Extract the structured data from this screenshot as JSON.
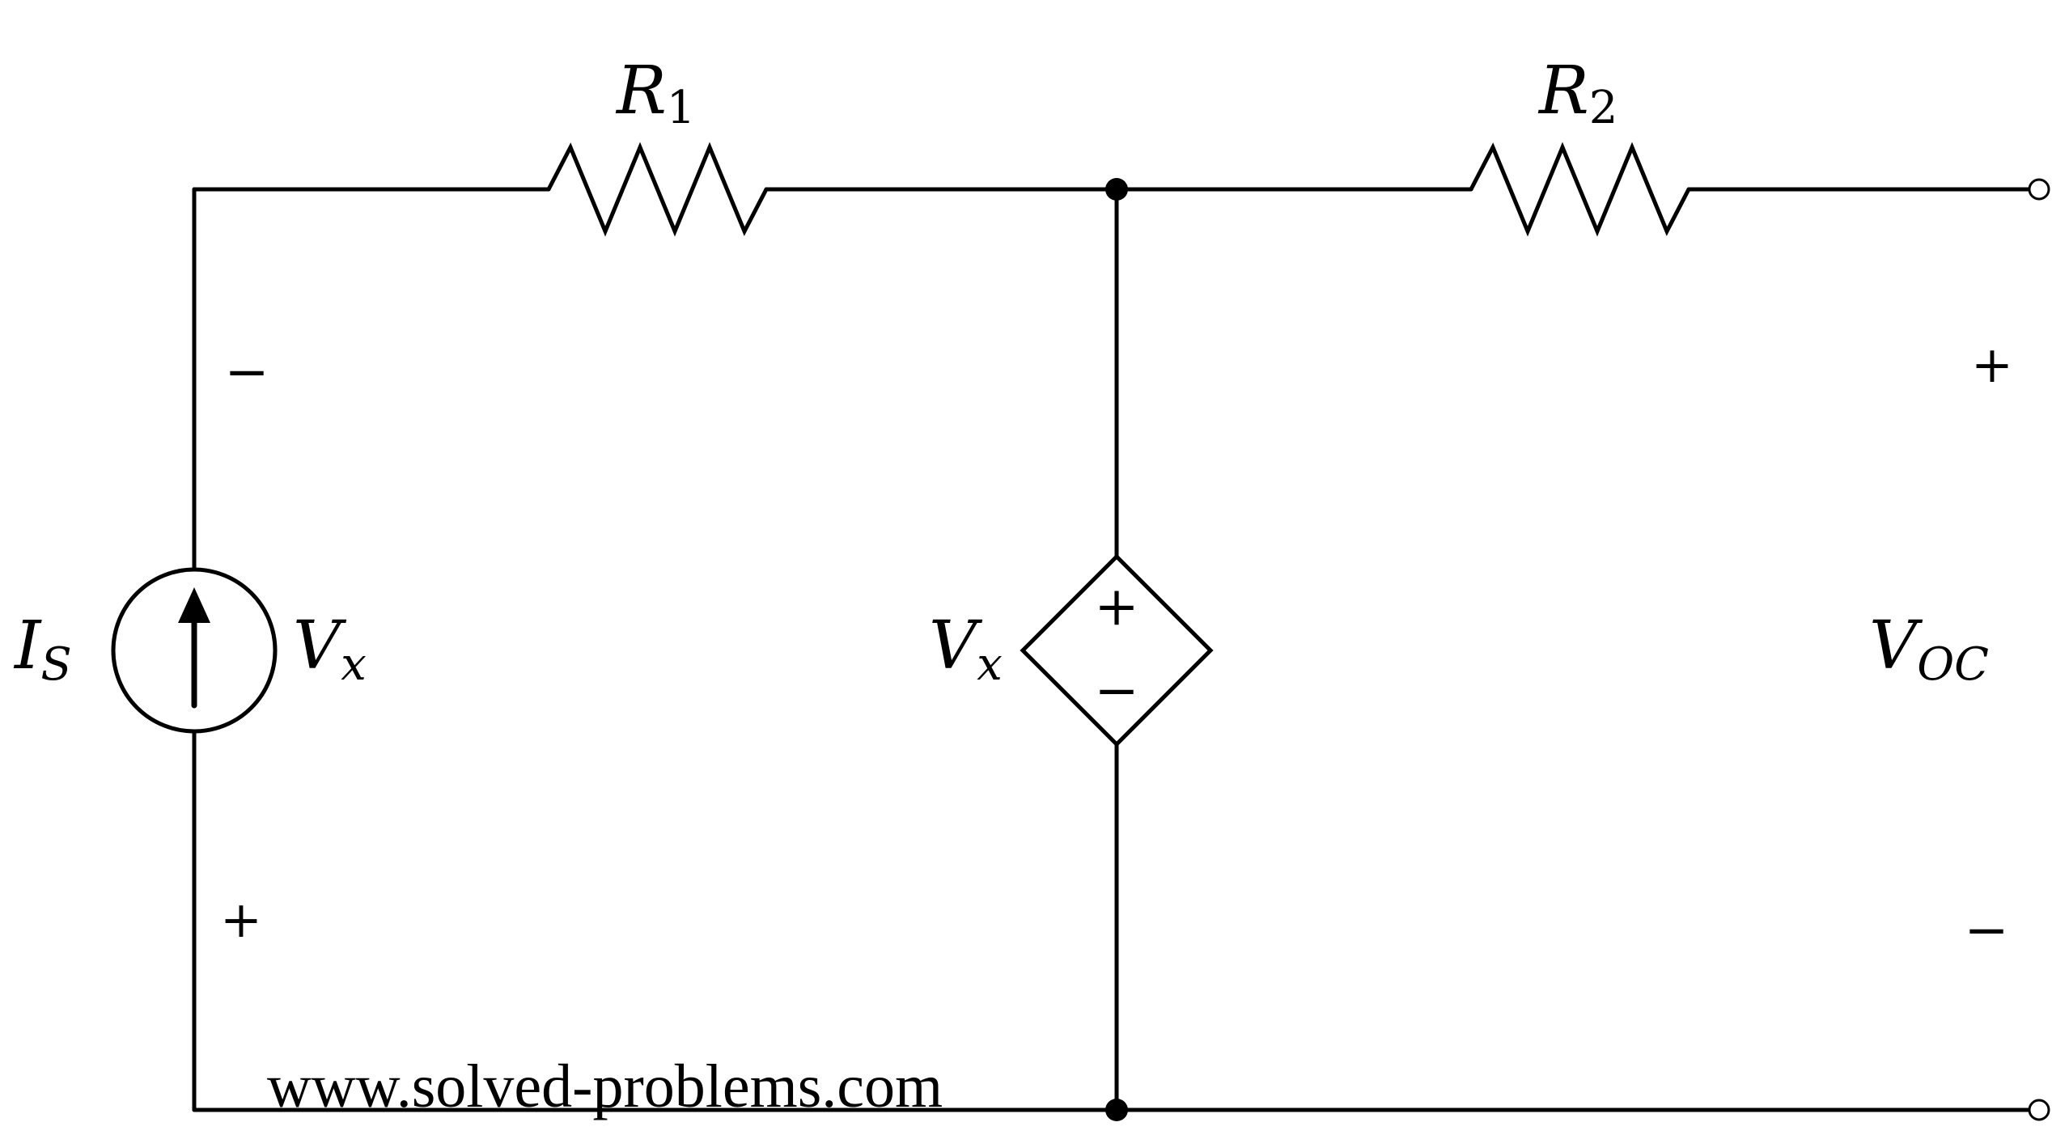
{
  "components": {
    "r1": {
      "symbol": "R",
      "subscript": "1"
    },
    "r2": {
      "symbol": "R",
      "subscript": "2"
    },
    "current_source": {
      "symbol": "I",
      "subscript": "S"
    },
    "source_voltage": {
      "symbol": "V",
      "subscript": "x"
    },
    "dependent_source": {
      "symbol": "V",
      "subscript": "x",
      "plus": "+",
      "minus": "−"
    },
    "output": {
      "symbol": "V",
      "subscript": "OC"
    }
  },
  "polarity": {
    "source_top": "−",
    "source_bottom": "+",
    "output_top": "+",
    "output_bottom": "−"
  },
  "watermark": "www.solved-problems.com"
}
